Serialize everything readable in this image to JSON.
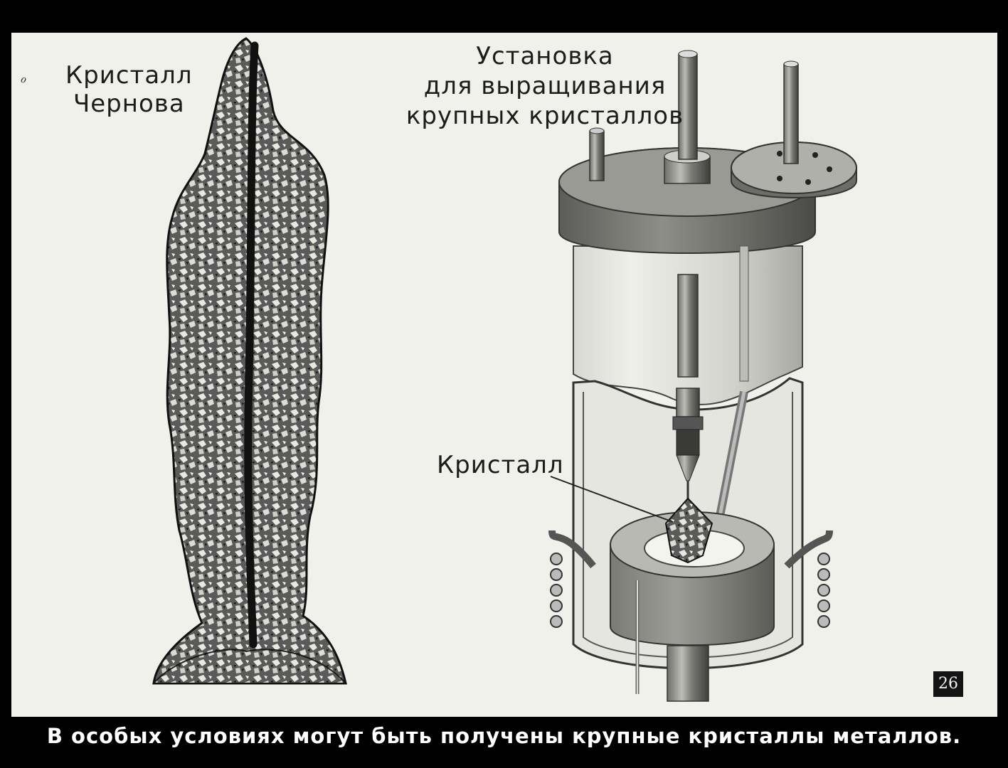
{
  "left_figure": {
    "title_line1": "Кристалл",
    "title_line2": "Чернова"
  },
  "right_figure": {
    "title_line1": "Установка",
    "title_line2": "для выращивания",
    "title_line3": "крупных кристаллов",
    "crystal_label": "Кристалл"
  },
  "page_number": "26",
  "caption": "В особых условиях могут быть получены крупные кристаллы металлов."
}
